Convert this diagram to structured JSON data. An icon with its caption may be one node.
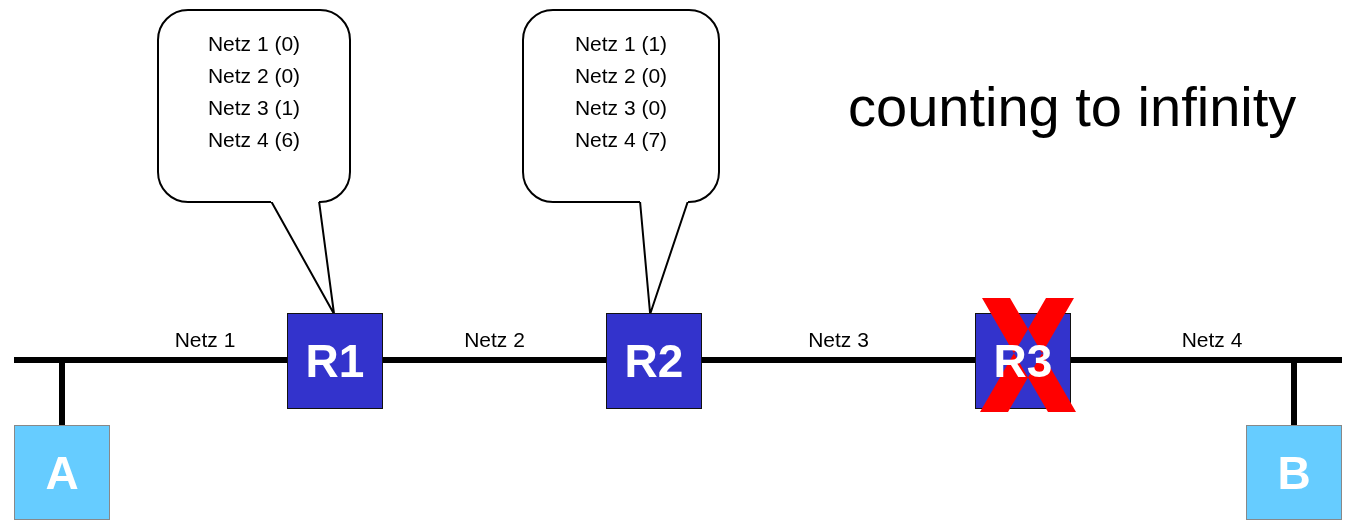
{
  "diagram": {
    "title": "counting to infinity",
    "nodes": [
      {
        "text": [
          "Netz 1 (0)",
          "Netz 2 (0)",
          "Netz 3 (1)",
          "Netz 4 (6)"
        ]
      },
      {
        "text": [
          "Netz 1 (1)",
          "Netz 2 (0)",
          "Netz 3 (0)",
          "Netz 4 (7)"
        ]
      },
      {
        "text": [
          "R1"
        ]
      },
      {
        "text": [
          "R2"
        ]
      },
      {
        "text": [
          "R3"
        ]
      },
      {
        "text": [
          "A"
        ]
      },
      {
        "text": [
          "B"
        ]
      }
    ],
    "edges": [
      {
        "from": 5,
        "to": 2,
        "arrow": "none",
        "label": "Netz 1"
      },
      {
        "from": 2,
        "to": 3,
        "arrow": "none",
        "label": "Netz 2"
      },
      {
        "from": 3,
        "to": 4,
        "arrow": "none",
        "label": "Netz 3"
      },
      {
        "from": 4,
        "to": 6,
        "arrow": "none",
        "label": "Netz 4"
      },
      {
        "from": 0,
        "to": 2,
        "arrow": "none"
      },
      {
        "from": 1,
        "to": 3,
        "arrow": "none"
      }
    ]
  }
}
